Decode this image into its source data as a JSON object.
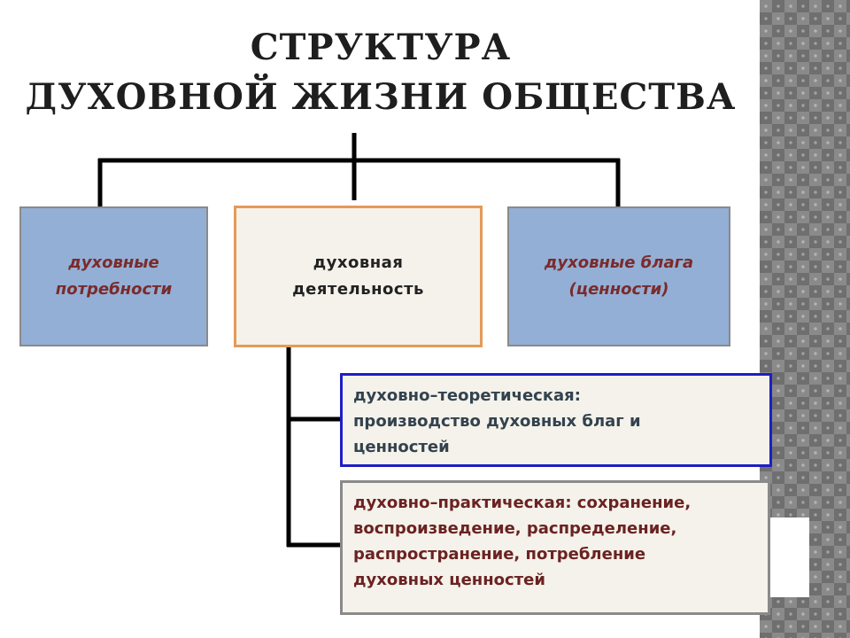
{
  "title": {
    "line1": "СТРУКТУРА",
    "line2": "ДУХОВНОЙ ЖИЗНИ ОБЩЕСТВА"
  },
  "nodes": {
    "needs": "духовные\nпотребности",
    "activity": "духовная\nдеятельность",
    "goods": "духовные блага\n(ценности)"
  },
  "activity_types": {
    "theoretical": "духовно–теоретическая:\nпроизводство духовных благ и\nценностей",
    "practical": "духовно–практическая: сохранение,\nвоспроизведение, распределение,\nраспространение, потребление\nдуховных ценностей"
  },
  "colors": {
    "blue_box_fill": "#94afd6",
    "activity_border": "#e59a56",
    "theory_border": "#1e1ec8",
    "connector": "#000000"
  }
}
